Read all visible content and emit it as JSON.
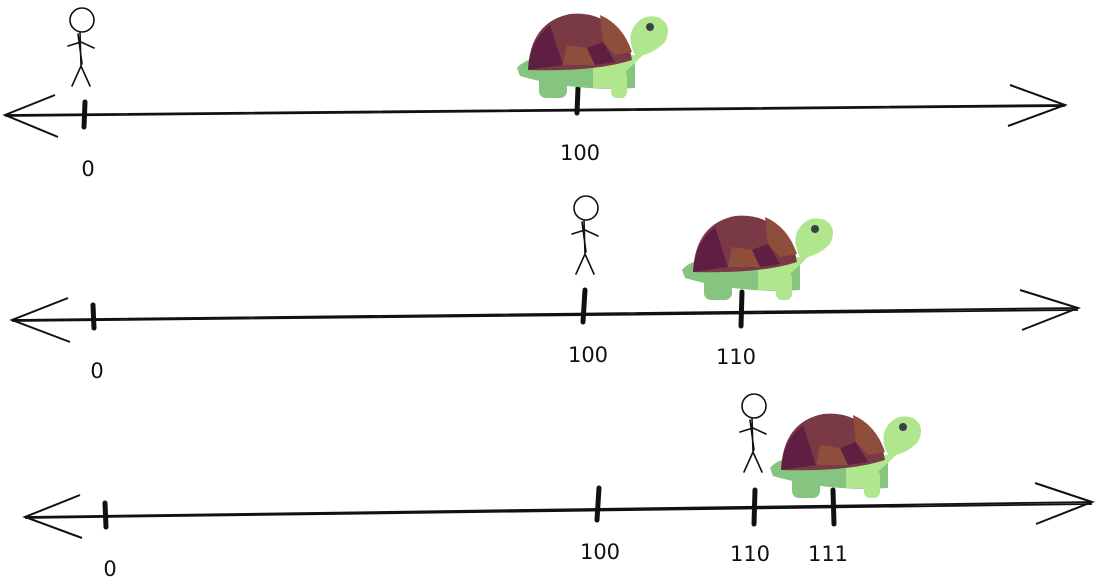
{
  "colors": {
    "shell_dark": "#5e1f42",
    "shell_mid": "#7a3a45",
    "shell_light": "#8f4e3c",
    "body_light": "#b0e78e",
    "body_dark": "#86c57f",
    "eye": "#3a3f45",
    "ink": "#111111"
  },
  "rows": [
    {
      "labels": {
        "zero": "0",
        "hundred": "100"
      }
    },
    {
      "labels": {
        "zero": "0",
        "hundred": "100",
        "one_ten": "110"
      }
    },
    {
      "labels": {
        "zero": "0",
        "hundred": "100",
        "one_ten": "110",
        "one_eleven": "111"
      }
    }
  ]
}
